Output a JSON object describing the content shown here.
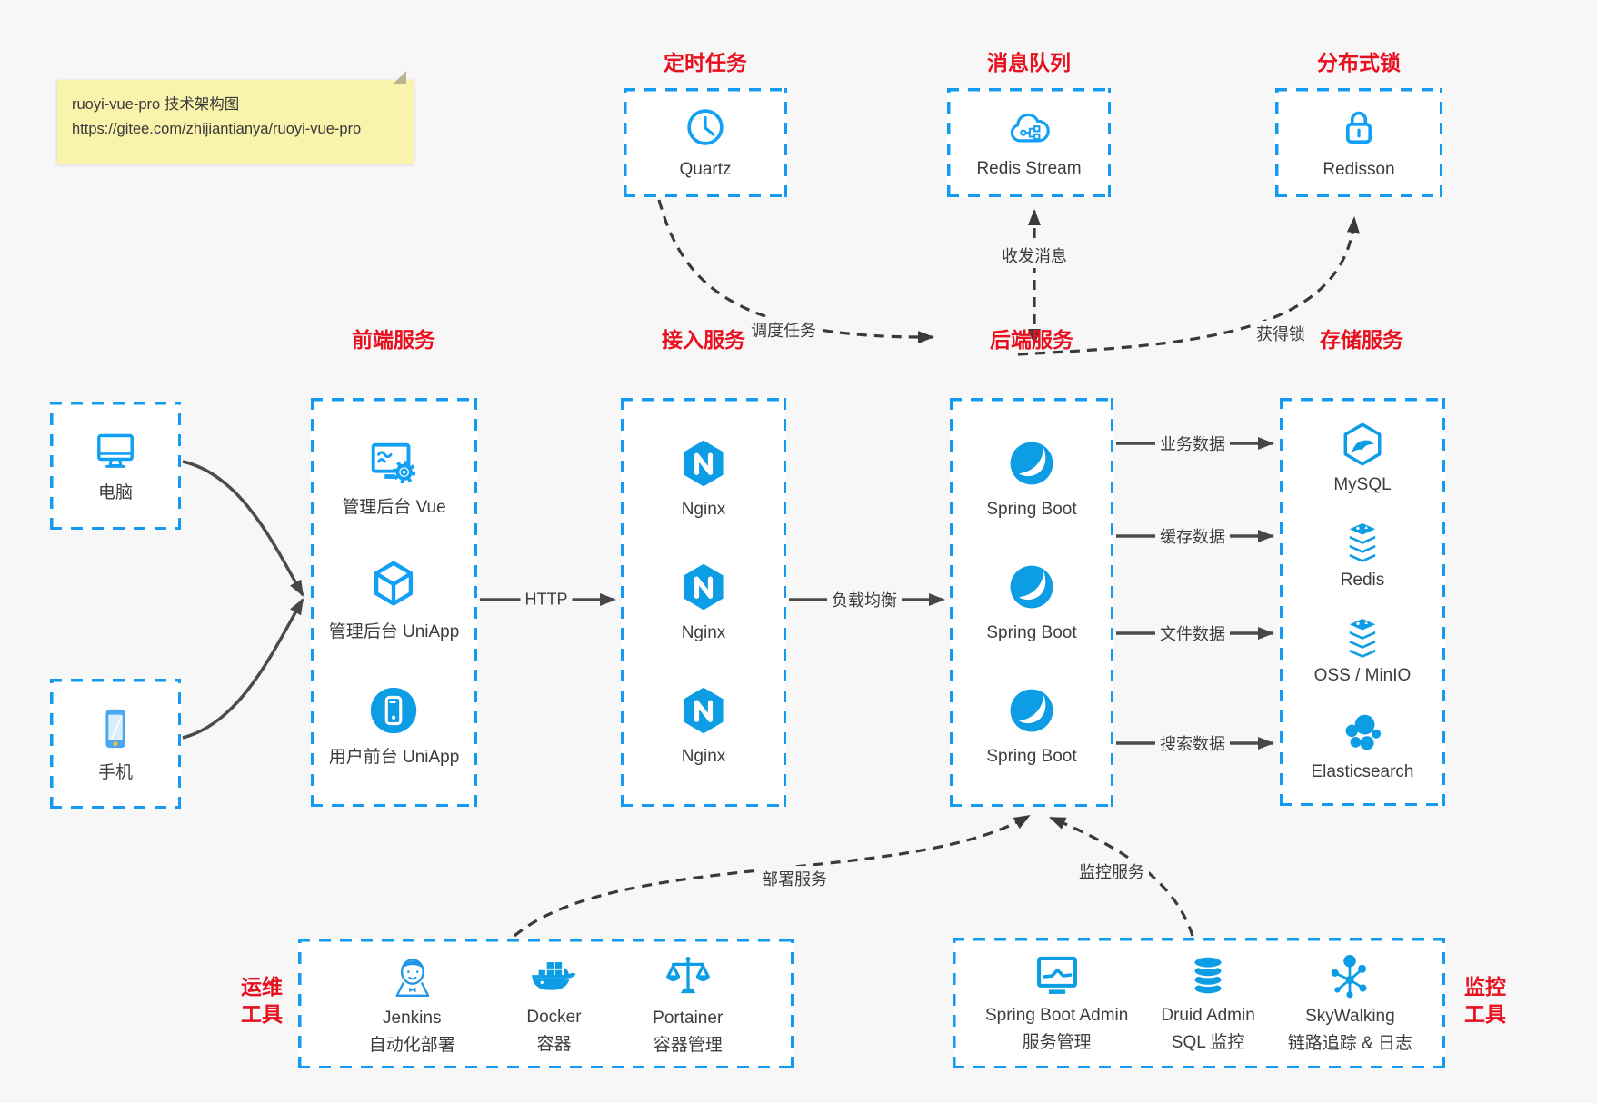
{
  "note": {
    "line1": "ruoyi-vue-pro 技术架构图",
    "line2": "https://gitee.com/zhijiantianya/ruoyi-vue-pro"
  },
  "colors": {
    "box_border_blue": "#129bf0",
    "icon_blue": "#0d9de5",
    "title_red": "#e8101e",
    "arrow_gray": "#474747",
    "note_bg": "#faf3ac",
    "canvas_bg": "#f7f7f8",
    "label_gray": "#3d3d3d"
  },
  "icons": {
    "quartz": "clock-icon",
    "redis_stream": "cloud-stream-icon",
    "redisson": "lock-icon",
    "computer": "desktop-icon",
    "phone": "mobile-icon",
    "admin_vue": "monitor-gear-icon",
    "admin_uniapp": "cube-icon",
    "user_uniapp": "phone-circle-icon",
    "nginx": "nginx-hexagon-icon",
    "spring_boot": "spring-leaf-icon",
    "mysql": "mysql-dolphin-icon",
    "redis": "redis-stack-icon",
    "oss_minio": "storage-stack-icon",
    "elasticsearch": "elastic-cluster-icon",
    "jenkins": "jenkins-butler-icon",
    "docker": "docker-whale-icon",
    "portainer": "scales-icon",
    "sba": "monitor-chart-icon",
    "druid": "database-icon",
    "skywalking": "network-graph-icon"
  },
  "top": {
    "scheduled": {
      "title": "定时任务",
      "item": {
        "name": "Quartz"
      }
    },
    "mq": {
      "title": "消息队列",
      "item": {
        "name": "Redis Stream"
      }
    },
    "lock": {
      "title": "分布式锁",
      "item": {
        "name": "Redisson"
      }
    }
  },
  "clients": {
    "computer": "电脑",
    "phone": "手机"
  },
  "columns": {
    "frontend": {
      "title": "前端服务",
      "items": [
        {
          "name": "管理后台 Vue"
        },
        {
          "name": "管理后台 UniApp"
        },
        {
          "name": "用户前台 UniApp"
        }
      ]
    },
    "gateway": {
      "title": "接入服务",
      "items": [
        {
          "name": "Nginx"
        },
        {
          "name": "Nginx"
        },
        {
          "name": "Nginx"
        }
      ]
    },
    "backend": {
      "title": "后端服务",
      "items": [
        {
          "name": "Spring Boot"
        },
        {
          "name": "Spring Boot"
        },
        {
          "name": "Spring Boot"
        }
      ]
    },
    "storage": {
      "title": "存储服务",
      "items": [
        {
          "name": "MySQL"
        },
        {
          "name": "Redis"
        },
        {
          "name": "OSS / MinIO"
        },
        {
          "name": "Elasticsearch"
        }
      ]
    }
  },
  "bottom": {
    "ops": {
      "title_line1": "运维",
      "title_line2": "工具",
      "items": [
        {
          "name": "Jenkins",
          "sub": "自动化部署"
        },
        {
          "name": "Docker",
          "sub": "容器"
        },
        {
          "name": "Portainer",
          "sub": "容器管理"
        }
      ]
    },
    "monitoring": {
      "title_line1": "监控",
      "title_line2": "工具",
      "items": [
        {
          "name": "Spring Boot Admin",
          "sub": "服务管理"
        },
        {
          "name": "Druid Admin",
          "sub": "SQL 监控"
        },
        {
          "name": "SkyWalking",
          "sub": "链路追踪 & 日志"
        }
      ]
    }
  },
  "edges": {
    "http": "HTTP",
    "load_balance": "负载均衡",
    "schedule_task": "调度任务",
    "send_receive": "收发消息",
    "acquire_lock": "获得锁",
    "business_data": "业务数据",
    "cache_data": "缓存数据",
    "file_data": "文件数据",
    "search_data": "搜索数据",
    "deploy": "部署服务",
    "monitor": "监控服务"
  }
}
